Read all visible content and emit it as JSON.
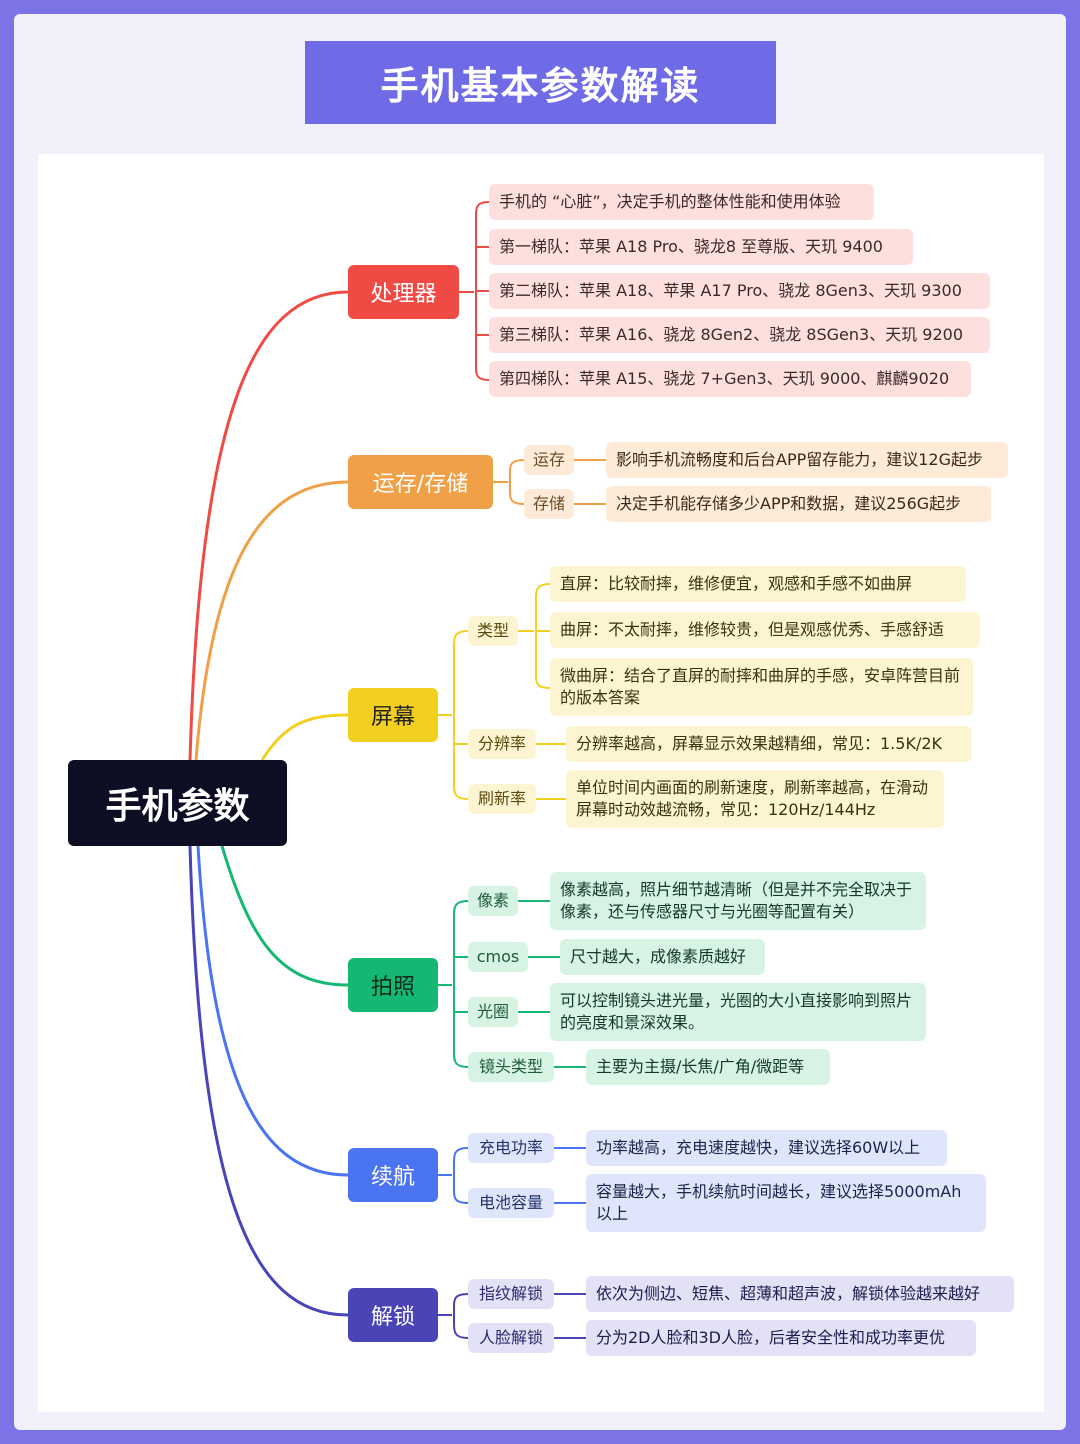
{
  "title": "手机基本参数解读",
  "root": "手机参数",
  "colors": {
    "frame": "#7b73e6",
    "banner": "#6f6ae6",
    "root": "#0d0d23",
    "cpu": "#f04a45",
    "memory": "#f0a047",
    "screen": "#f2d020",
    "camera": "#14b873",
    "battery": "#4b74f3",
    "unlock": "#4a45b6"
  },
  "branches": {
    "cpu": {
      "label": "处理器",
      "leaves": [
        "手机的 “心脏”，决定手机的整体性能和使用体验",
        "第一梯队：苹果 A18 Pro、骁龙8 至尊版、天玑 9400",
        "第二梯队：苹果 A18、苹果 A17 Pro、骁龙 8Gen3、天玑 9300",
        "第三梯队：苹果 A16、骁龙 8Gen2、骁龙 8SGen3、天玑 9200",
        "第四梯队：苹果 A15、骁龙 7+Gen3、天玑 9000、麒麟9020"
      ]
    },
    "memory": {
      "label": "运存/存储",
      "subs": [
        {
          "label": "运存",
          "desc": "影响手机流畅度和后台APP留存能力，建议12G起步"
        },
        {
          "label": "存储",
          "desc": "决定手机能存储多少APP和数据，建议256G起步"
        }
      ]
    },
    "screen": {
      "label": "屏幕",
      "subs": [
        {
          "label": "类型",
          "descs": [
            "直屏：比较耐摔，维修便宜，观感和手感不如曲屏",
            "曲屏：不太耐摔，维修较贵，但是观感优秀、手感舒适",
            "微曲屏：结合了直屏的耐摔和曲屏的手感，安卓阵营目前的版本答案"
          ]
        },
        {
          "label": "分辨率",
          "desc": "分辨率越高，屏幕显示效果越精细，常见：1.5K/2K"
        },
        {
          "label": "刷新率",
          "desc": "单位时间内画面的刷新速度，刷新率越高，在滑动屏幕时动效越流畅，常见：120Hz/144Hz"
        }
      ]
    },
    "camera": {
      "label": "拍照",
      "subs": [
        {
          "label": "像素",
          "desc": "像素越高，照片细节越清晰（但是并不完全取决于像素，还与传感器尺寸与光圈等配置有关）"
        },
        {
          "label": "cmos",
          "desc": "尺寸越大，成像素质越好"
        },
        {
          "label": "光圈",
          "desc": "可以控制镜头进光量，光圈的大小直接影响到照片的亮度和景深效果。"
        },
        {
          "label": "镜头类型",
          "desc": "主要为主摄/长焦/广角/微距等"
        }
      ]
    },
    "battery": {
      "label": "续航",
      "subs": [
        {
          "label": "充电功率",
          "desc": "功率越高，充电速度越快，建议选择60W以上"
        },
        {
          "label": "电池容量",
          "desc": "容量越大，手机续航时间越长，建议选择5000mAh以上"
        }
      ]
    },
    "unlock": {
      "label": "解锁",
      "subs": [
        {
          "label": "指纹解锁",
          "desc": "依次为侧边、短焦、超薄和超声波，解锁体验越来越好"
        },
        {
          "label": "人脸解锁",
          "desc": "分为2D人脸和3D人脸，后者安全性和成功率更优"
        }
      ]
    }
  }
}
